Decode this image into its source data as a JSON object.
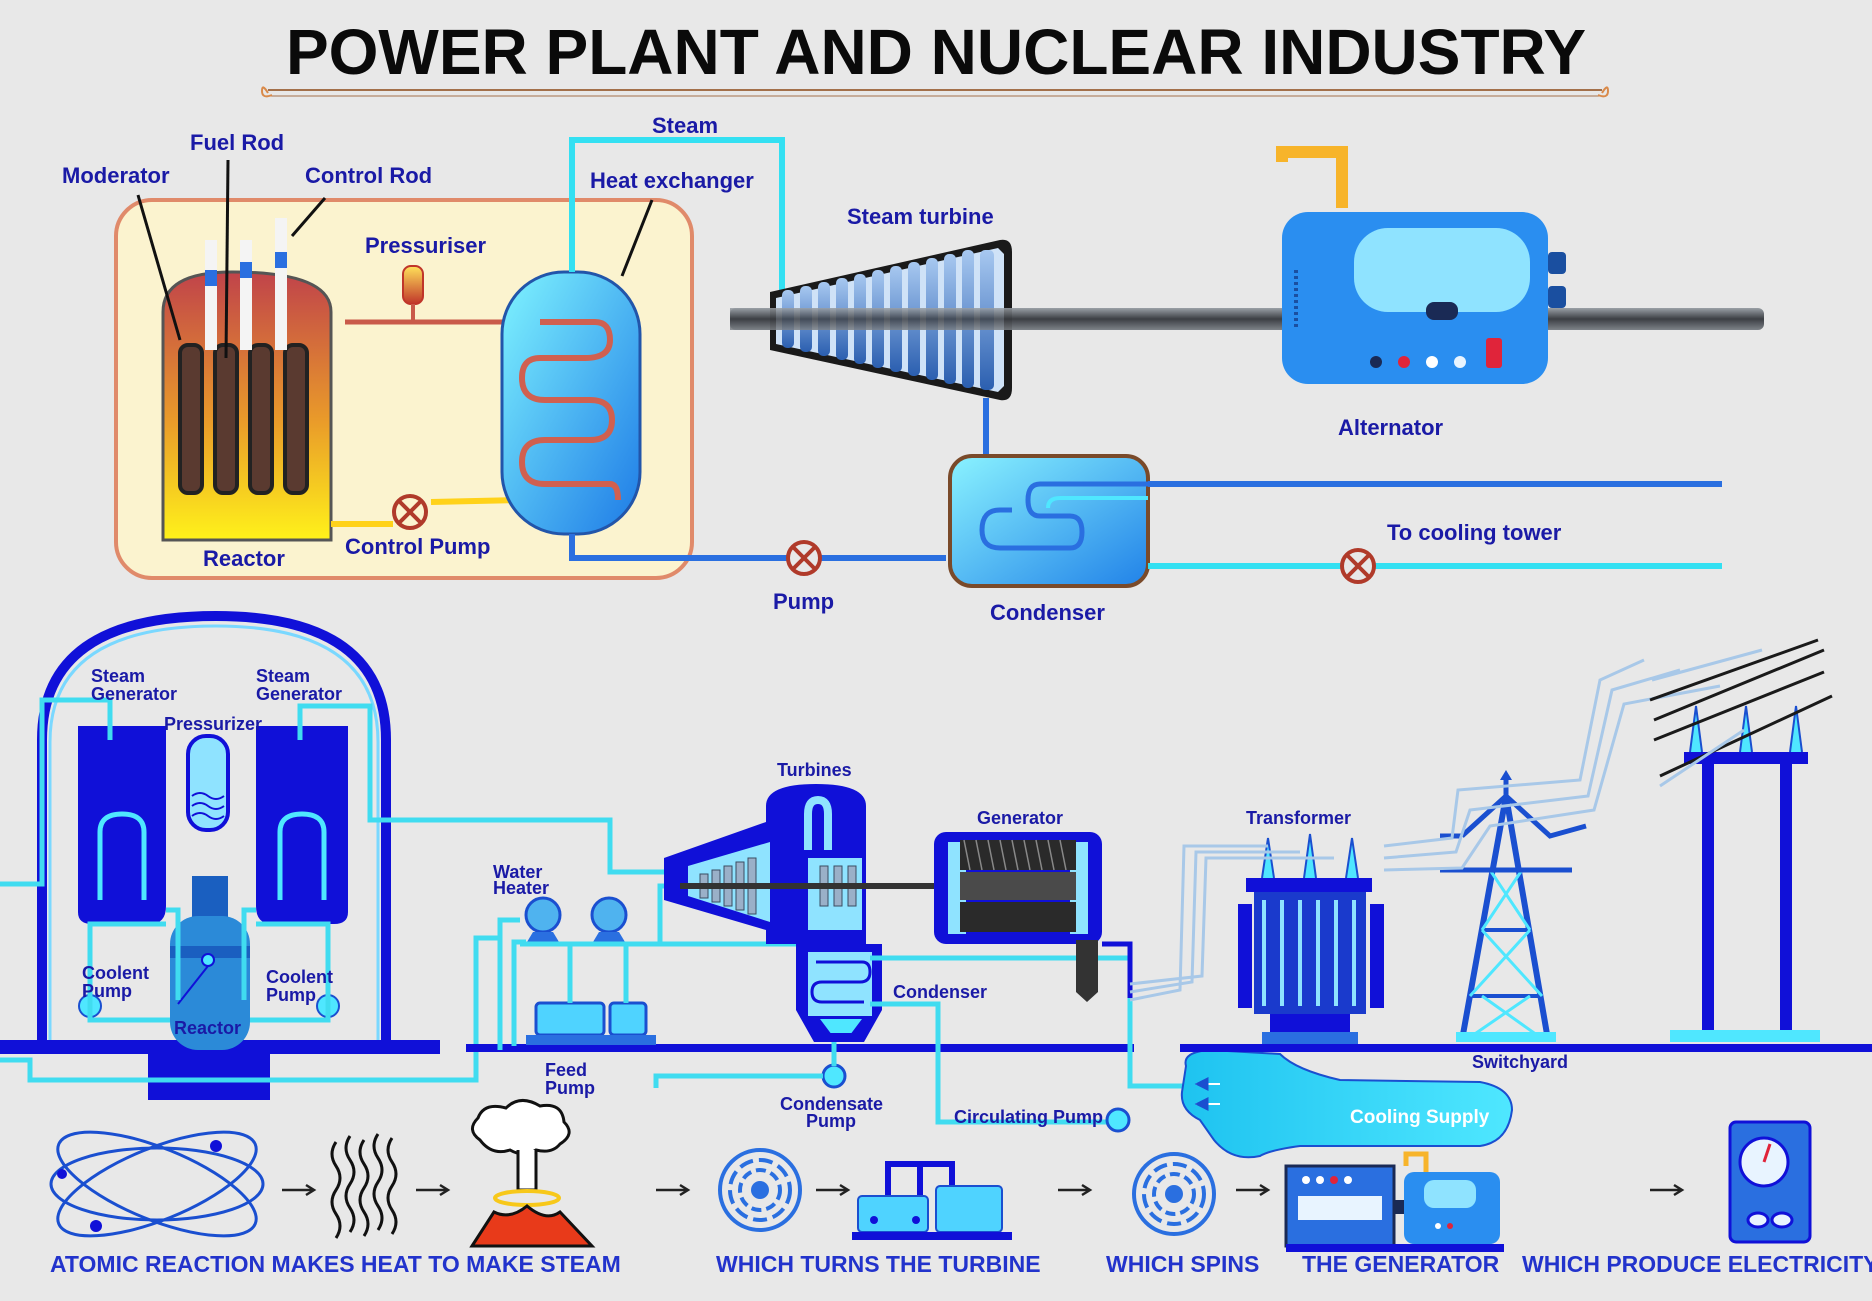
{
  "title": "POWER PLANT AND NUCLEAR INDUSTRY",
  "top_diagram": {
    "moderator": "Moderator",
    "fuel_rod": "Fuel Rod",
    "control_rod": "Control Rod",
    "steam": "Steam",
    "heat_exchanger": "Heat exchanger",
    "pressuriser": "Pressuriser",
    "steam_turbine": "Steam turbine",
    "alternator": "Alternator",
    "reactor": "Reactor",
    "control_pump": "Control Pump",
    "pump": "Pump",
    "condenser": "Condenser",
    "to_cooling_tower": "To cooling tower"
  },
  "bottom_diagram": {
    "steam_generator_left_1": "Steam",
    "steam_generator_left_2": "Generator",
    "steam_generator_right_1": "Steam",
    "steam_generator_right_2": "Generator",
    "pressurizer": "Pressurizer",
    "coolent_pump_left_1": "Coolent",
    "coolent_pump_left_2": "Pump",
    "coolent_pump_right_1": "Coolent",
    "coolent_pump_right_2": "Pump",
    "reactor": "Reactor",
    "water_heater_1": "Water",
    "water_heater_2": "Heater",
    "feed_pump_1": "Feed",
    "feed_pump_2": "Pump",
    "turbines": "Turbines",
    "generator": "Generator",
    "condenser": "Condenser",
    "condensate_pump_1": "Condensate",
    "condensate_pump_2": "Pump",
    "circulating_pump": "Circulating Pump",
    "cooling_supply": "Cooling Supply",
    "transformer": "Transformer",
    "switchyard": "Switchyard"
  },
  "process_steps": {
    "step1": "ATOMIC REACTION MAKES HEAT TO MAKE STEAM",
    "step2": "WHICH TURNS THE TURBINE",
    "step3": "WHICH SPINS",
    "step4": "THE GENERATOR",
    "step5": "WHICH PRODUCE ELECTRICITY"
  },
  "icons": [
    "atom-icon",
    "heat-waves-icon",
    "steam-eruption-icon",
    "turbine-fan-icon",
    "turbine-housing-icon",
    "generator-fan-icon",
    "generator-unit-icon",
    "electric-meter-icon",
    "arrow-right-icon",
    "pump-valve-icon",
    "transmission-tower-icon"
  ],
  "colors": {
    "label_blue": "#1a1aa6",
    "pipe_cyan": "#33e0f2",
    "pipe_blue": "#2a6fe0",
    "equipment_blue": "#1010d8",
    "reactor_box_fill": "#fbf3cf",
    "reactor_box_border": "#e08a6a",
    "background": "#e8e8e8"
  }
}
